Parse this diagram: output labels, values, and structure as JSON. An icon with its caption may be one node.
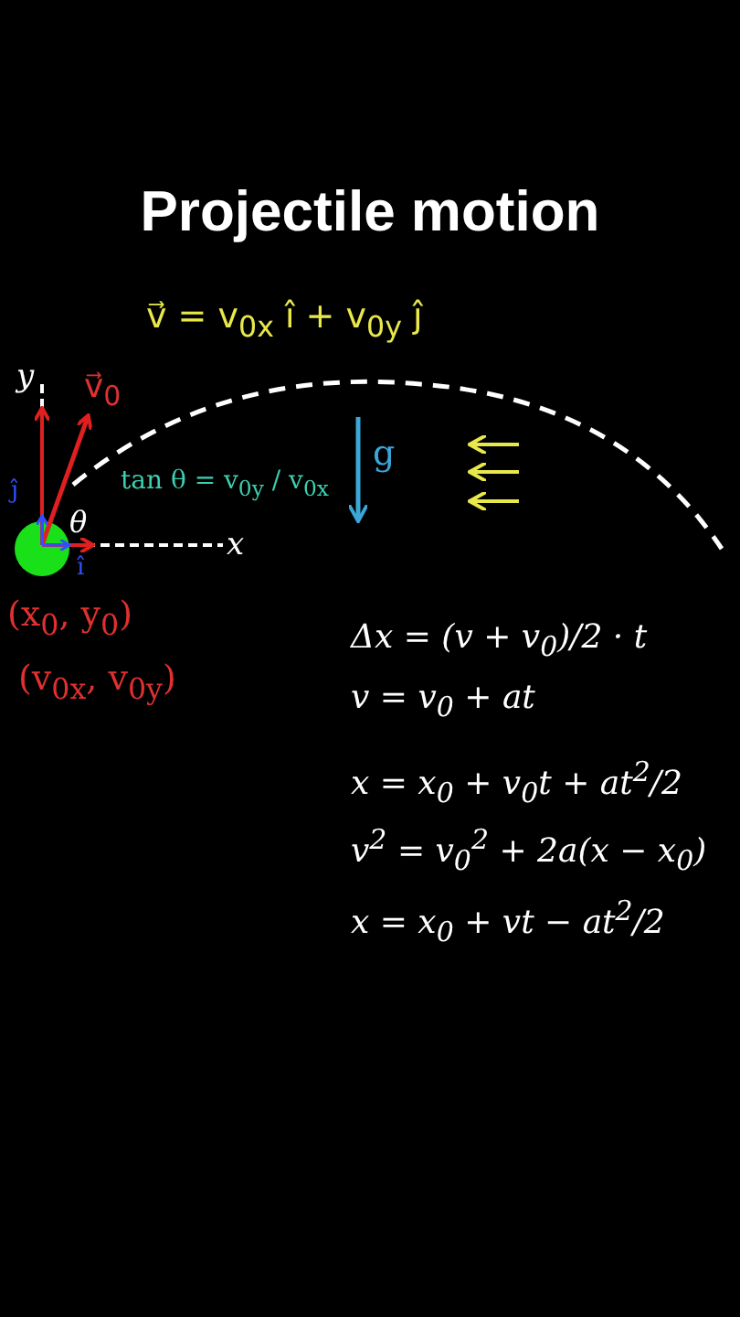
{
  "diagram": {
    "title": "Projectile motion",
    "labels": [
      "v⃗ = v$_{0x}$ î + v$_{0y}$ ĵ",
      "y",
      "v⃗$_{0}$",
      "tan θ = v$_{0y}$ / v$_{0x}$",
      "g",
      "ĵ",
      "θ",
      "x",
      "î",
      "(x$_{0}$, y$_{0}$)",
      "(v$_{0x}$, v$_{0y}$)",
      "Δx = (v + v$_{0}$)/2 · t",
      "v = v$_{0}$ + at",
      "x = x$_{0}$ + v$_{0}$t + at$^{2}$/2",
      "v$^{2}$ = v$_{0}$$^{2}$ + 2a(x − x$_{0}$)",
      "x = x$_{0}$ + vt − at$^{2}$/2"
    ]
  }
}
